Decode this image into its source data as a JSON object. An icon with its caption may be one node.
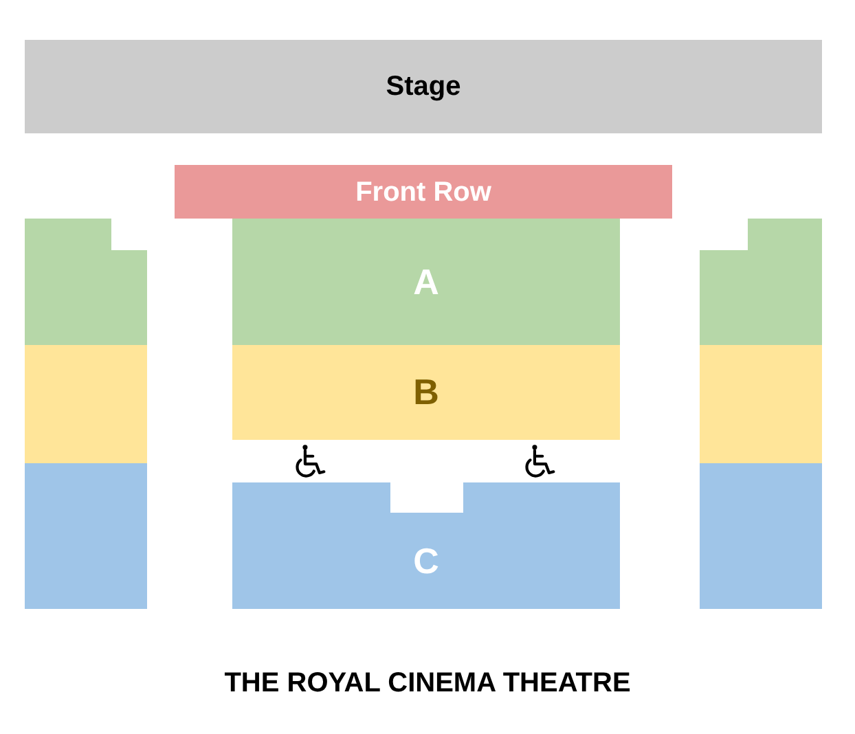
{
  "diagram": {
    "title": "THE ROYAL CINEMA THEATRE",
    "nodes": [
      {
        "text": [
          "Stage"
        ]
      },
      {
        "text": [
          "Front Row"
        ]
      },
      {
        "text": [],
        "shape": "box"
      },
      {
        "text": [
          "A"
        ]
      },
      {
        "text": [],
        "shape": "box"
      },
      {
        "text": [],
        "shape": "box"
      },
      {
        "text": [
          "B"
        ]
      },
      {
        "text": [],
        "shape": "box"
      },
      {
        "text": [],
        "shape": "box"
      },
      {
        "text": [
          "C"
        ]
      },
      {
        "text": [],
        "shape": "box"
      }
    ]
  }
}
